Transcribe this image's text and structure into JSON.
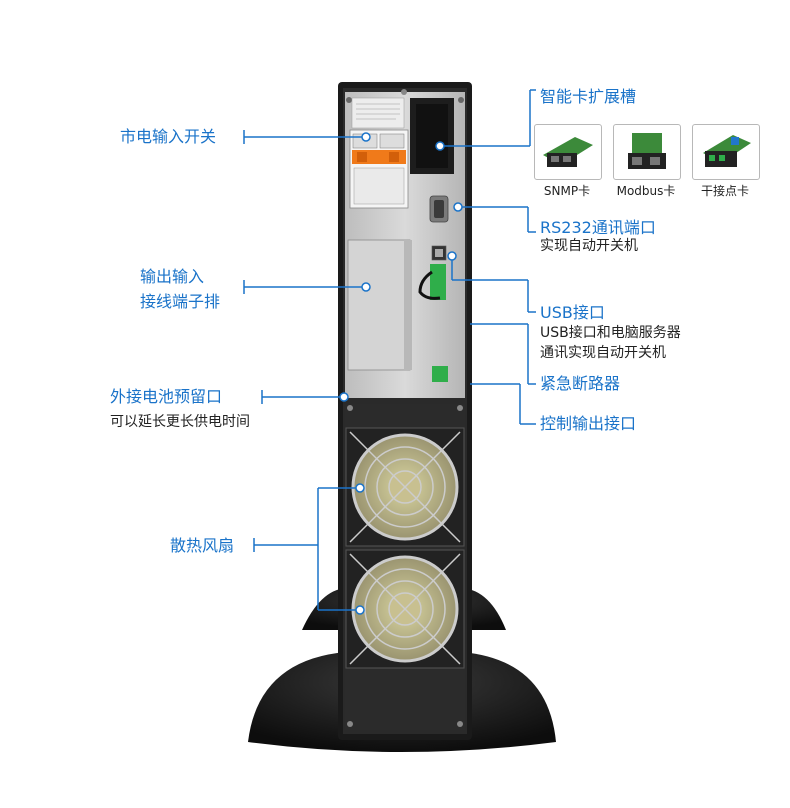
{
  "labels": {
    "mains_switch": "市电输入开关",
    "io_terminal_line1": "输出输入",
    "io_terminal_line2": "接线端子排",
    "battery_port": "外接电池预留口",
    "battery_port_desc": "可以延长更长供电时间",
    "cooling_fan": "散热风扇",
    "smart_slot": "智能卡扩展槽",
    "rs232": "RS232通讯端口",
    "rs232_desc": "实现自动开关机",
    "usb": "USB接口",
    "usb_desc_line1": "USB接口和电脑服务器",
    "usb_desc_line2": "通讯实现自动开关机",
    "epo": "紧急断路器",
    "control_output": "控制输出接口"
  },
  "cards": [
    {
      "caption": "SNMP卡",
      "icon": "snmp-card-icon"
    },
    {
      "caption": "Modbus卡",
      "icon": "modbus-card-icon"
    },
    {
      "caption": "干接点卡",
      "icon": "dry-contact-card-icon"
    }
  ],
  "colors": {
    "accent": "#1a73c9",
    "chassis": "#1c1c1c",
    "panel": "#c9c9c9",
    "breaker_orange": "#f07a1a",
    "terminal_green": "#2fae4a",
    "pcb_green": "#3c8a3a"
  }
}
